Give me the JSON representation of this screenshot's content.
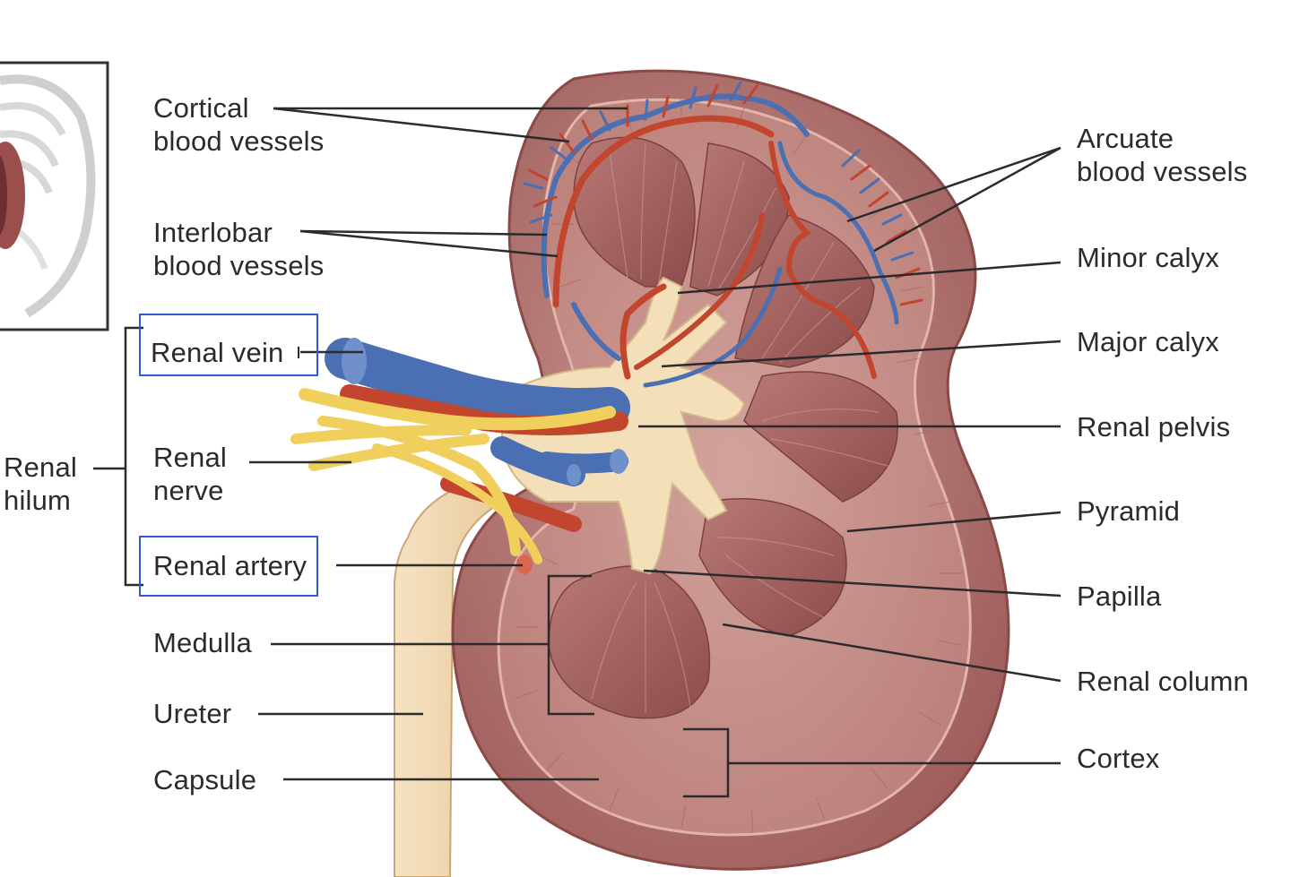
{
  "labels": {
    "cortical_blood_vessels": [
      "Cortical",
      "blood vessels"
    ],
    "interlobar_blood_vessels": [
      "Interlobar",
      "blood vessels"
    ],
    "renal_vein": "Renal vein",
    "renal_hilum": [
      "Renal",
      "hilum"
    ],
    "renal_nerve": [
      "Renal",
      "nerve"
    ],
    "renal_artery": "Renal artery",
    "medulla": "Medulla",
    "ureter": "Ureter",
    "capsule": "Capsule",
    "arcuate_blood_vessels": [
      "Arcuate",
      "blood vessels"
    ],
    "minor_calyx": "Minor calyx",
    "major_calyx": "Major calyx",
    "renal_pelvis": "Renal pelvis",
    "pyramid": "Pyramid",
    "papilla": "Papilla",
    "renal_column": "Renal column",
    "cortex": "Cortex"
  },
  "highlighted": [
    "Renal vein",
    "Renal artery"
  ],
  "colors": {
    "capsule": "#a86a6a",
    "cortex": "#c9928c",
    "medulla": "#9a5c5a",
    "pelvis": "#f3dfb8",
    "vein": "#4a6fb3",
    "artery": "#c2452e",
    "nerve": "#f0cf5c",
    "highlight_box": "#2f5bd6",
    "leader": "#2b2b2b"
  }
}
